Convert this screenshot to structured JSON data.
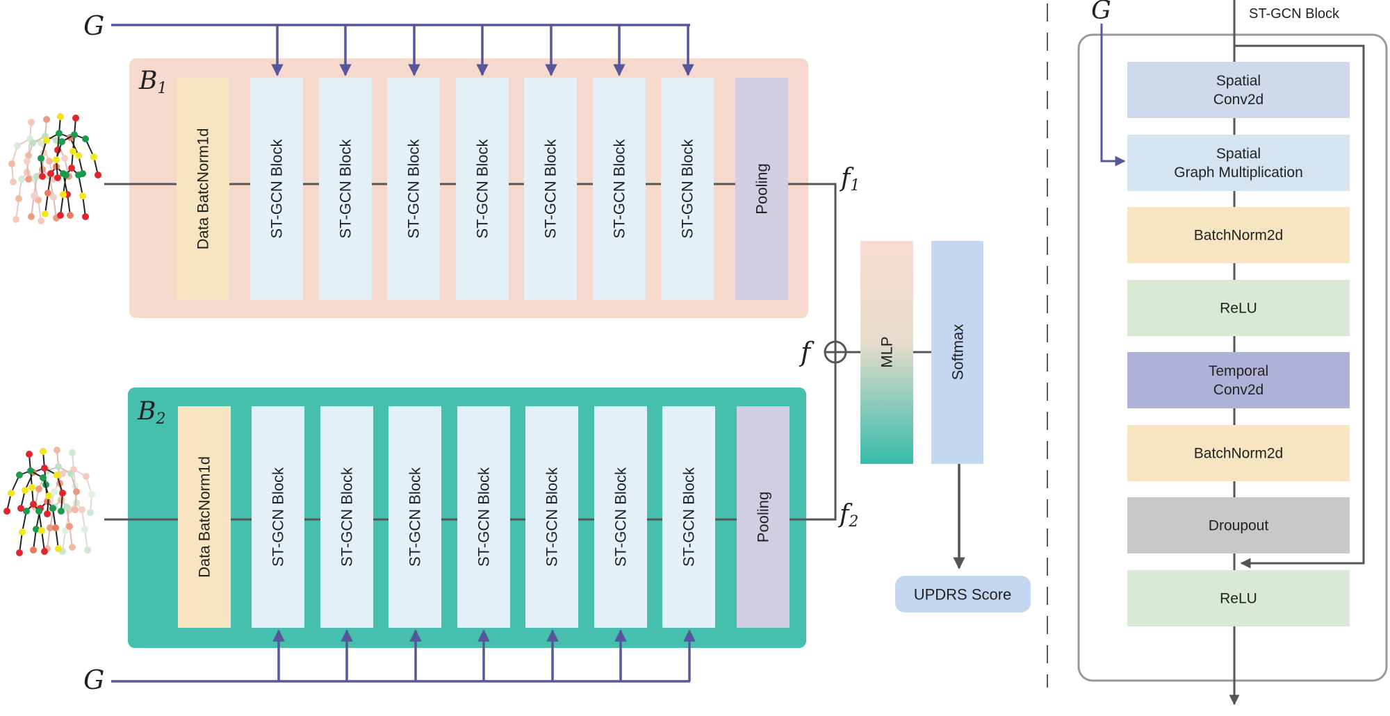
{
  "graph_symbol": "G",
  "feature_symbols": {
    "f": "f",
    "f1": "f",
    "f1_sub": "1",
    "f2": "f",
    "f2_sub": "2"
  },
  "branches": [
    {
      "id": "B1",
      "label": "B",
      "sub": "1",
      "bg_color": "#F5D9CC",
      "norm_label": "Data BatcNorm1d",
      "block_labels": [
        "ST-GCN Block",
        "ST-GCN Block",
        "ST-GCN Block",
        "ST-GCN Block",
        "ST-GCN Block",
        "ST-GCN Block",
        "ST-GCN Block"
      ],
      "pool_label": "Pooling"
    },
    {
      "id": "B2",
      "label": "B",
      "sub": "2",
      "bg_color": "#46BFAF",
      "norm_label": "Data BatcNorm1d",
      "block_labels": [
        "ST-GCN Block",
        "ST-GCN Block",
        "ST-GCN Block",
        "ST-GCN Block",
        "ST-GCN Block",
        "ST-GCN Block",
        "ST-GCN Block"
      ],
      "pool_label": "Pooling"
    }
  ],
  "mlp_label": "MLP",
  "softmax_label": "Softmax",
  "output_label": "UPDRS Score",
  "detail": {
    "title": "ST-GCN Block",
    "layers": [
      {
        "label": "Spatial\nConv2d",
        "color": "#CED9EA"
      },
      {
        "label": "Spatial\nGraph Multiplication",
        "color": "#D4E5F1"
      },
      {
        "label": "BatchNorm2d",
        "color": "#F7E5C2"
      },
      {
        "label": "ReLU",
        "color": "#D8E9D4"
      },
      {
        "label": "Temporal\nConv2d",
        "color": "#AFB2D8"
      },
      {
        "label": "BatchNorm2d",
        "color": "#F7E5C2"
      },
      {
        "label": "Droupout",
        "color": "#C8C8C9"
      },
      {
        "label": "ReLU",
        "color": "#D8E9D4"
      }
    ]
  },
  "colors": {
    "graph_line": "#55579A",
    "flow_line": "#555555",
    "norm_fill": "#F7E4C1",
    "block_fill": "#E3F0F8",
    "pool_fill": "#D1CDE3",
    "softmax_fill": "#C3D7F0",
    "output_fill": "#C3D7F0",
    "mlp_top": "#F8DCD2",
    "mlp_bottom": "#37BCAA",
    "skeleton_red": "#E2252B",
    "skeleton_green": "#1E9A4C",
    "skeleton_yellow": "#F2E51A"
  }
}
